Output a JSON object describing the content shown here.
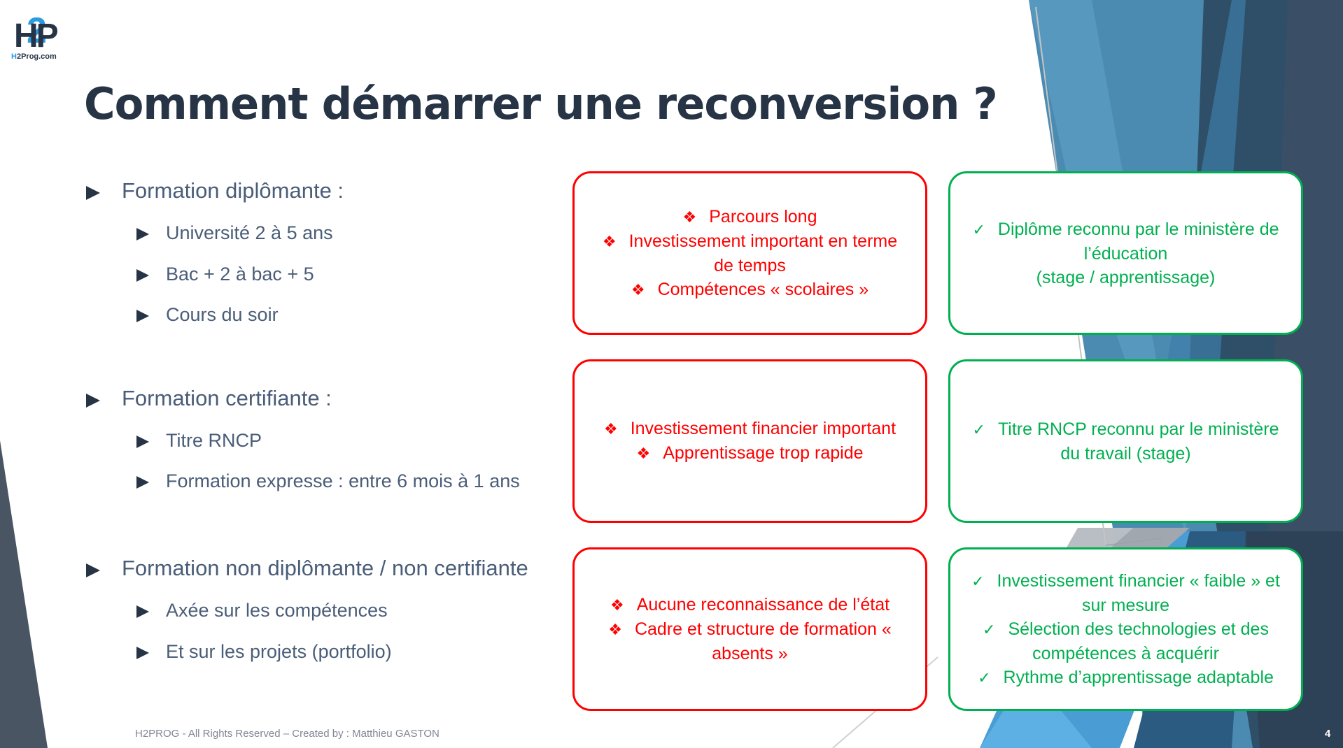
{
  "logo": {
    "main": "HP",
    "two": "2",
    "sub_h": "H",
    "sub_rest": "2Prog.com"
  },
  "title": "Comment démarrer une reconversion ?",
  "outline": [
    {
      "label": "Formation diplômante :",
      "children": [
        "Université 2 à 5 ans",
        "Bac + 2 à bac + 5",
        "Cours du soir"
      ]
    },
    {
      "label": "Formation certifiante :",
      "children": [
        "Titre RNCP",
        "Formation expresse : entre 6 mois à 1 ans"
      ]
    },
    {
      "label": "Formation non diplômante / non certifiante",
      "children": [
        "Axée sur les compétences",
        "Et sur les projets (portfolio)"
      ]
    }
  ],
  "cons_marker": "❖",
  "pros_marker": "✓",
  "cons": [
    [
      "Parcours long",
      "Investissement important en terme de temps",
      "Compétences « scolaires »"
    ],
    [
      "Investissement financier important",
      "Apprentissage trop rapide"
    ],
    [
      "Aucune reconnaissance de l’état",
      "Cadre et structure de formation « absents »"
    ]
  ],
  "pros": [
    [
      "Diplôme reconnu par le ministère de l’éducation",
      "(stage / apprentissage)"
    ],
    [
      "Titre RNCP reconnu par le ministère du travail (stage)"
    ],
    [
      "Investissement financier « faible » et sur mesure",
      "Sélection des technologies et des compétences à acquérir",
      "Rythme d’apprentissage adaptable"
    ]
  ],
  "colors": {
    "cons": "#ff0000",
    "pros": "#00b050",
    "title": "#263445",
    "text": "#4a5d78",
    "accent_blue": "#2b9be0"
  },
  "footer": "H2PROG - All Rights Reserved – Created by : Matthieu GASTON",
  "page_number": "4"
}
